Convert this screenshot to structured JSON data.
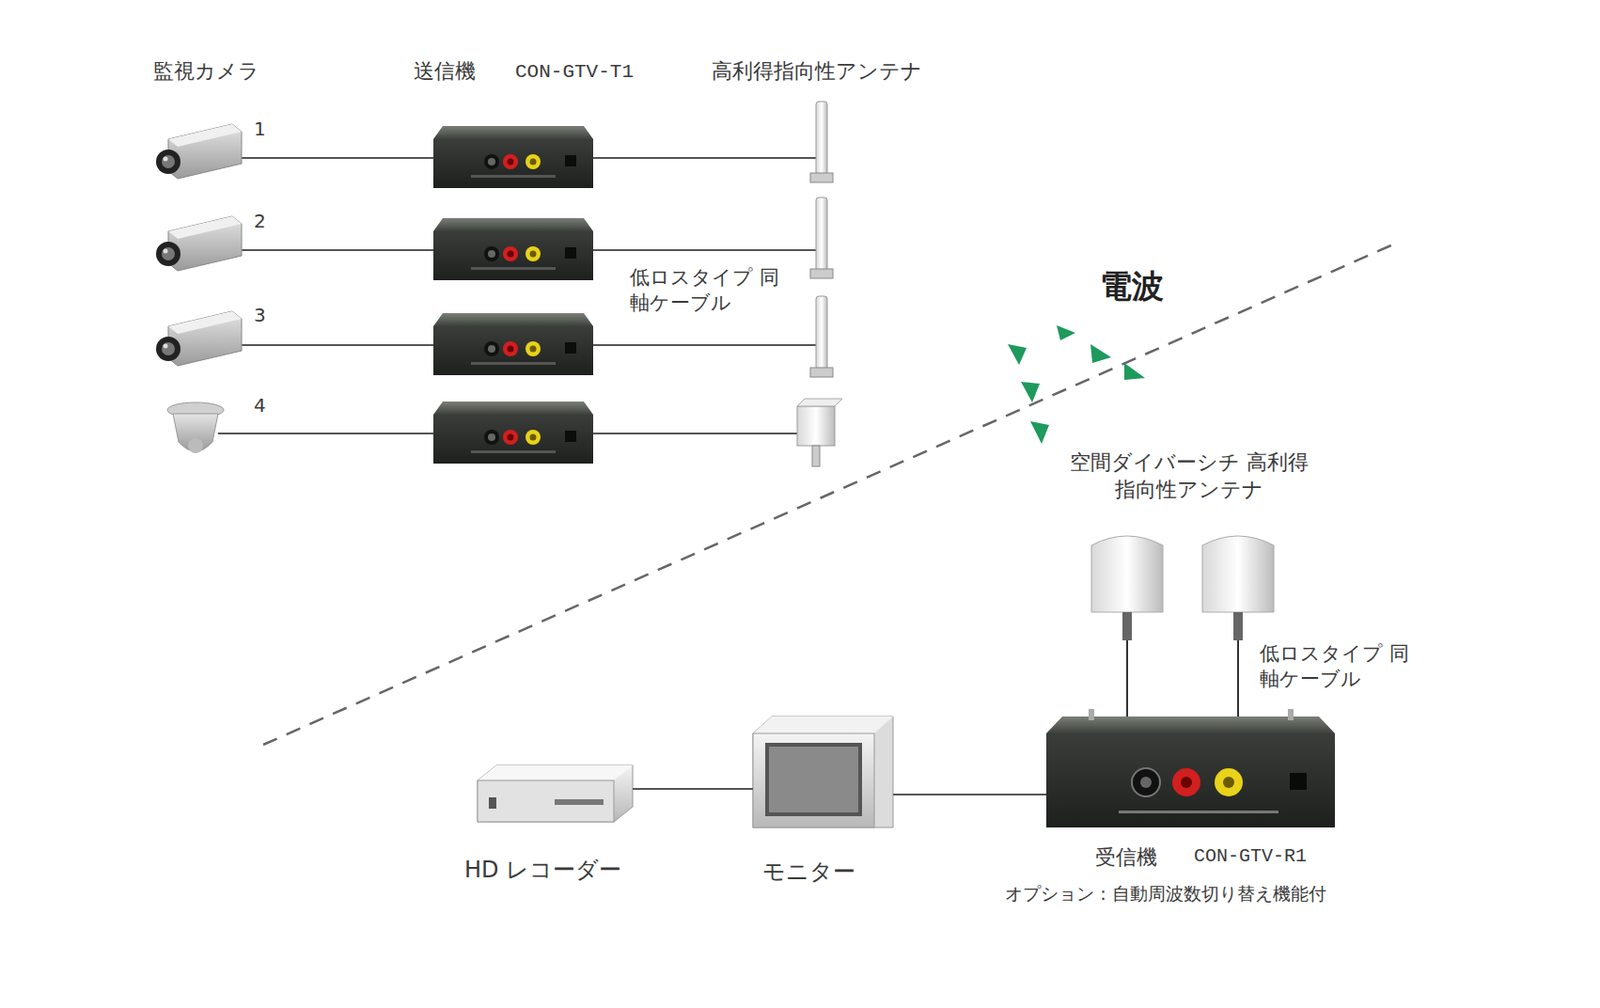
{
  "diagram": {
    "nodes": [
      {
        "text": [
          "受信機",
          "CON-GTV-R1",
          "オプション：自動周波数切り替え機能付"
        ]
      },
      {
        "text": [
          "モニター"
        ]
      },
      {
        "text": [
          "HD レコーダー"
        ]
      }
    ],
    "edges": [
      {
        "from": 0,
        "to": 1,
        "arrow": "none"
      },
      {
        "from": 1,
        "to": 2,
        "arrow": "none"
      }
    ],
    "labels": [
      "監視カメラ",
      "送信機",
      "CON-GTV-T1",
      "高利得指向性アンテナ",
      "1",
      "2",
      "3",
      "4",
      "低ロスタイプ 同軸ケーブル",
      "電波",
      "空間ダイバーシチ 高利得指向性アンテナ",
      "低ロスタイプ 同軸ケーブル"
    ]
  }
}
